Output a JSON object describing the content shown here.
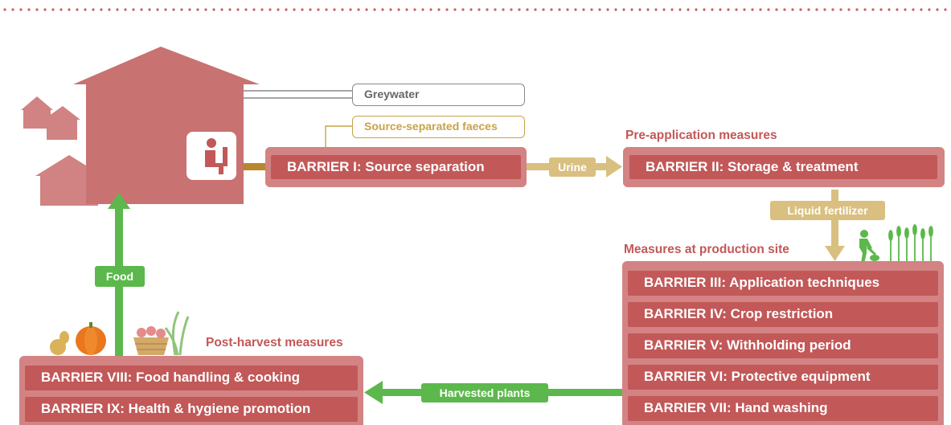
{
  "colors": {
    "barrier": "#c25858",
    "barrier_outer": "#d38383",
    "house": "#c97272",
    "urine_flow": "#d9bf80",
    "food_flow": "#5cb84c",
    "faeces": "#c8a24a",
    "greywater": "#888888",
    "dots": "#d05a5a"
  },
  "house": {
    "icon": "toilet-person-icon"
  },
  "outputs": {
    "greywater": "Greywater",
    "faeces": "Source-separated faeces"
  },
  "barriers": {
    "b1": "BARRIER I: Source separation",
    "b2": "BARRIER II: Storage & treatment",
    "b3": "BARRIER III: Application techniques",
    "b4": "BARRIER IV: Crop restriction",
    "b5": "BARRIER V: Withholding period",
    "b6": "BARRIER VI: Protective equipment",
    "b7": "BARRIER VII: Hand washing",
    "b8": "BARRIER VIII: Food handling & cooking",
    "b9": "BARRIER IX: Health & hygiene promotion"
  },
  "headers": {
    "pre": "Pre-application measures",
    "production": "Measures at production site",
    "post": "Post-harvest measures"
  },
  "flows": {
    "urine": "Urine",
    "liquid": "Liquid fertilizer",
    "harvested": "Harvested plants",
    "food": "Food"
  },
  "icons": [
    "farmer-icon",
    "crops-icon",
    "vegetables-icon"
  ]
}
